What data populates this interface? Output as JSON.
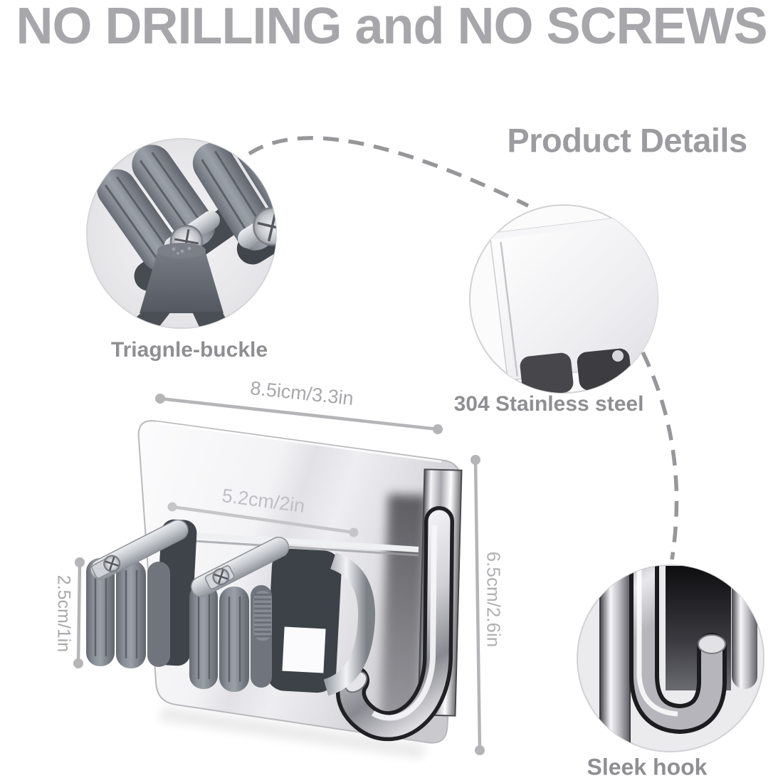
{
  "header": {
    "headline": "NO DRILLING and NO SCREWS",
    "section_title": "Product Details"
  },
  "callouts": [
    {
      "id": "triangle-buckle",
      "label": "Triagnle-buckle"
    },
    {
      "id": "stainless-steel",
      "label": "304 Stainless steel"
    },
    {
      "id": "sleek-hook",
      "label": "Sleek hook"
    }
  ],
  "dimensions": {
    "plate_width": "8.5icm/3.3in",
    "slot_width": "5.2cm/2in",
    "buckle_height": "2.5cm/1in",
    "plate_height": "6.5cm/2.6in"
  },
  "colors": {
    "headline_gray": "#a7a7ab",
    "label_gray": "#8f8f93",
    "dimension_gray": "#a8a8ac",
    "dash_gray": "#97979b",
    "line_gray": "#b5b5b8"
  }
}
